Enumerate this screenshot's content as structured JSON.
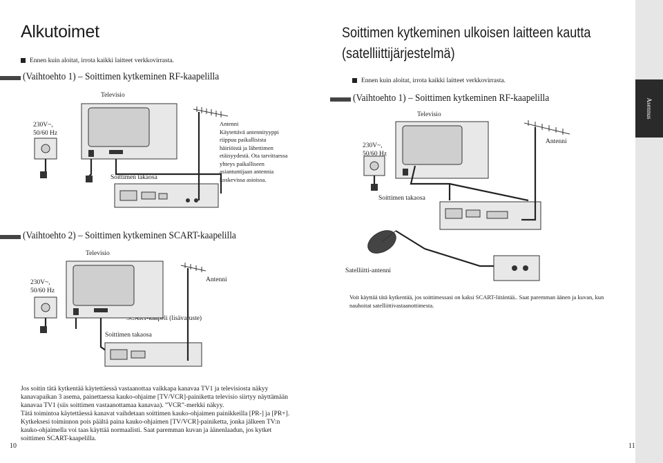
{
  "left": {
    "title": "Alkutoimet",
    "note": "Ennen kuin aloitat, irrota kaikki laitteet verkkovirrasta.",
    "option1": {
      "heading": "(Vaihtoehto 1) – Soittimen kytkeminen RF-kaapelilla",
      "tv_label": "Televisio",
      "power_label": "230V~,\n50/60 Hz",
      "back_label": "Soittimen takaosa",
      "antenna_title": "Antenni",
      "antenna_text": "Käytettävä antennityyppi riippuu paikallisista häiriöistä ja lähettimen etäisyydestä. Ota tarvittaessa yhteys paikalliseen asiantuntijaan antennia koskevissa asioissa."
    },
    "option2": {
      "heading": "(Vaihtoehto 2) – Soittimen kytkeminen SCART-kaapelilla",
      "tv_label": "Televisio",
      "power_label": "230V~,\n50/60 Hz",
      "antenna_label": "Antenni",
      "scart_label": "SCART-kaapeli (lisävaruste)",
      "back_label": "Soittimen takaosa"
    },
    "footer": "Jos soitin tätä kytkentää käytettäessä vastaanottaa vaikkapa kanavaa TV1 ja televisiosta näkyy kanavapaikan 3 asema, painettaessa kauko-ohjaime [TV/VCR]-painiketta televisio siirtyy näyttämään kanavaa TV1 (siis soittimen vastaanottamaa kanavaa). ”VCR”-merkki näkyy.\nTätä toimintoa käytettäessä kanavat vaihdetaan soittimen kauko-ohjaimen painikkeilla [PR-] ja [PR+].\nKytkeksesi toiminnon pois päältä paina kauko-ohjaimen [TV/VCR]-painiketta, jonka jälkeen TV:n kauko-ohjaimella voi taas käyttää normaalisti. Saat paremman kuvan ja äänenlaadun, jos kytket soittimen SCART-kaapelilla.",
    "page_number": "10"
  },
  "right": {
    "title_line1": "Soittimen kytkeminen ulkoisen laitteen kautta",
    "title_line2": "(satelliittijärjestelmä)",
    "note": "Ennen kuin aloitat, irrota kaikki laitteet verkkovirrasta.",
    "heading": "(Vaihtoehto 1) – Soittimen kytkeminen RF-kaapelilla",
    "tv_label": "Televisio",
    "power_label": "230V~,\n50/60 Hz",
    "antenna_label": "Antenni",
    "back_label": "Soittimen takaosa",
    "satellite_label": "Satelliitti-antenni",
    "satellite_text": "Voit käyttää tätä kytkentää, jos soittimessasi on kaksi SCART-liitäntää.. Saat paremman äänen ja kuvan, kun nauhoitat satelliittivastaanottimesta.",
    "side_tab": "Asennus",
    "page_number": "11"
  }
}
